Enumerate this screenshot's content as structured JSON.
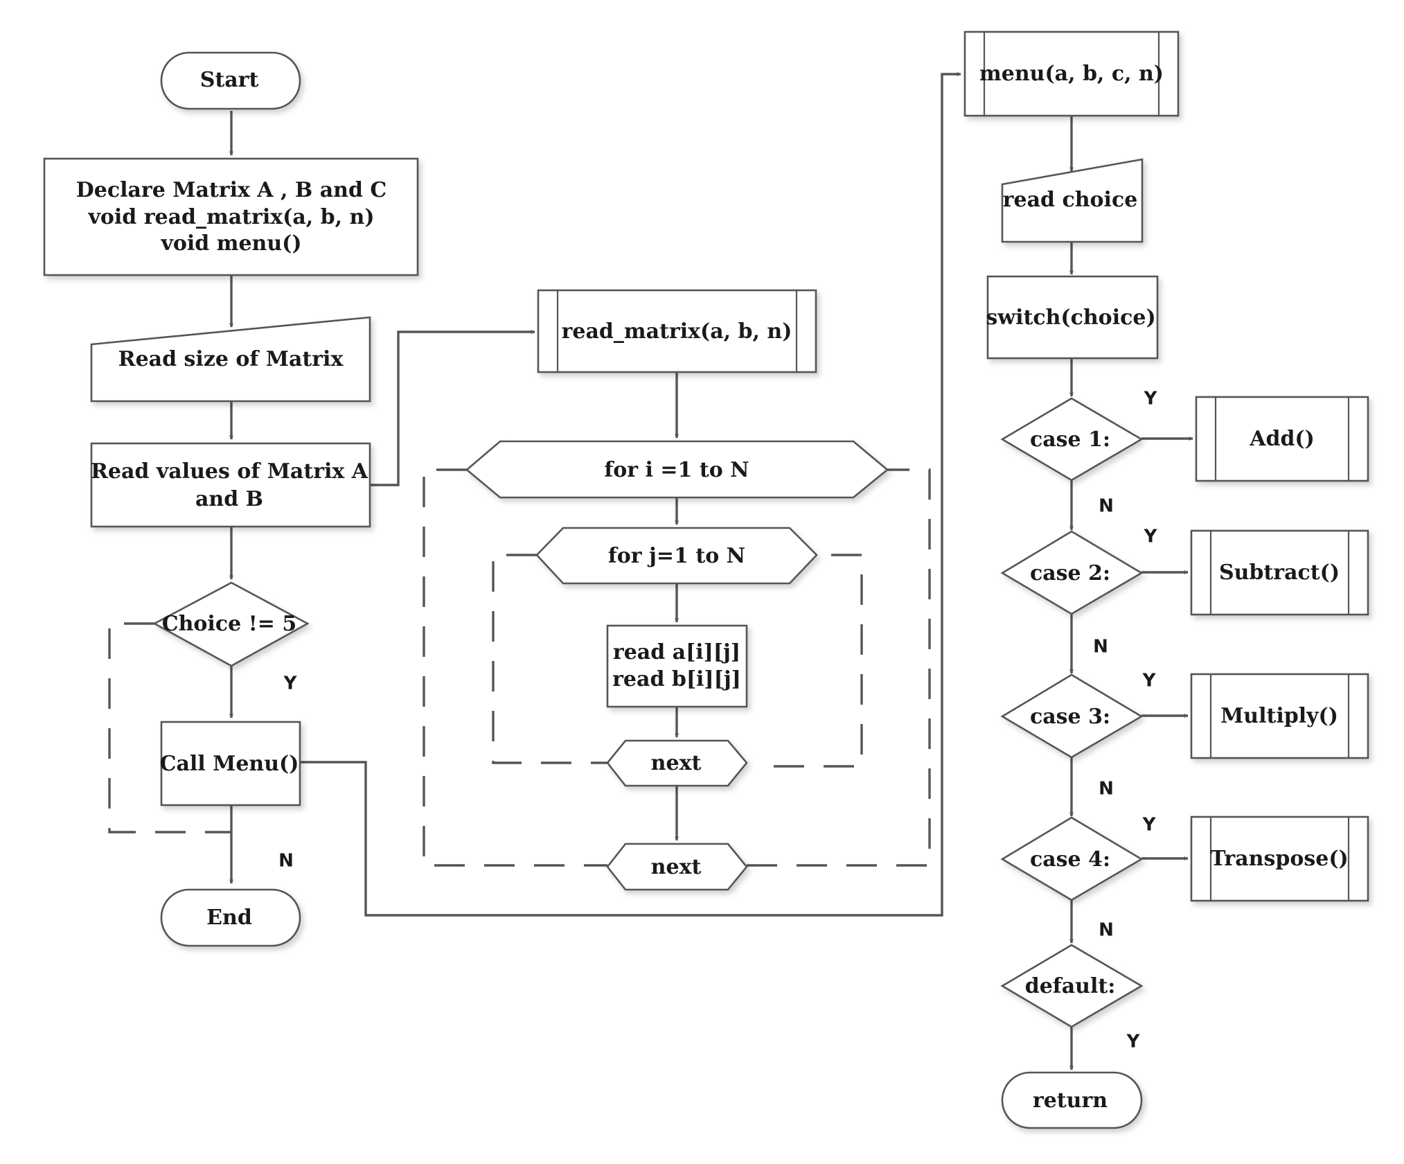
{
  "diagram": {
    "main": {
      "start": "Start",
      "declare": [
        "Declare Matrix A , B and C",
        "void read_matrix(a, b, n)",
        "void menu()"
      ],
      "read_size": "Read size of Matrix",
      "read_values": [
        "Read values of Matrix A",
        "and B"
      ],
      "loop_condition": "Choice != 5",
      "call_menu": "Call Menu()",
      "end": "End",
      "yes_label": "Y",
      "no_label": "N"
    },
    "read_matrix": {
      "title": "read_matrix(a, b, n)",
      "outer_loop": "for i =1 to N",
      "inner_loop": "for j=1 to N",
      "read_lines": [
        "read a[i][j]",
        "read b[i][j]"
      ],
      "inner_next": "next",
      "outer_next": "next"
    },
    "menu": {
      "title": "menu(a, b, c, n)",
      "read_choice": "read choice",
      "switch": "switch(choice)",
      "cases": [
        {
          "label": "case 1:",
          "action": "Add()"
        },
        {
          "label": "case 2:",
          "action": "Subtract()"
        },
        {
          "label": "case 3:",
          "action": "Multiply()"
        },
        {
          "label": "case 4:",
          "action": "Transpose()"
        }
      ],
      "default": "default:",
      "return": "return",
      "yes_label": "Y",
      "no_label": "N"
    }
  }
}
